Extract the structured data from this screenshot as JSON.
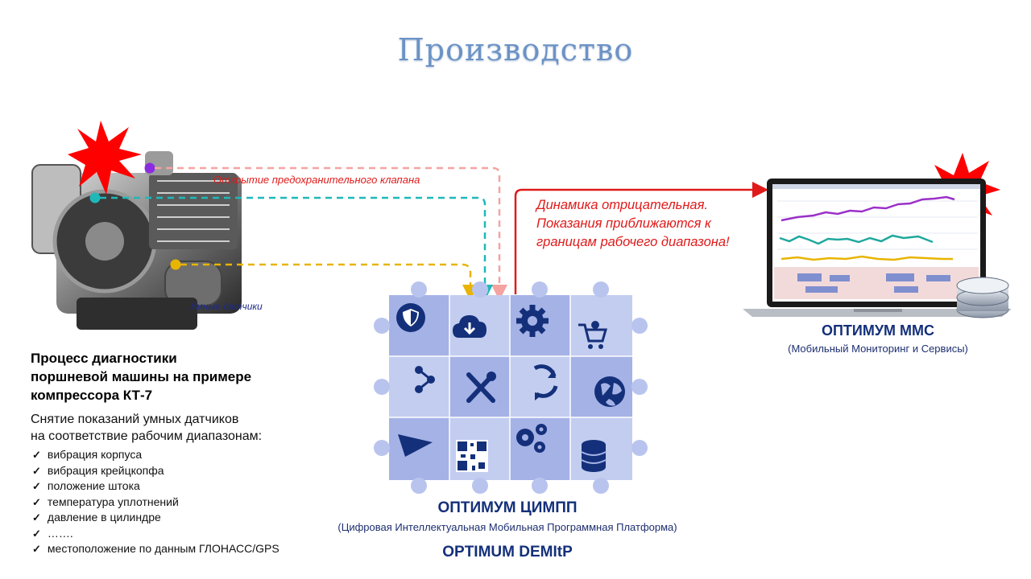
{
  "page": {
    "title": "Производство"
  },
  "compressor": {
    "valve_label": "Открытие предохранительного клапана",
    "sensors_label": "Умные датчики"
  },
  "alert": {
    "lines": [
      "Динамика отрицательная.",
      "Показания приближаются  к",
      "границам рабочего диапазона!"
    ]
  },
  "process": {
    "title_lines": [
      "Процесс диагностики",
      "поршневой машины на примере",
      "компрессора КТ-7"
    ],
    "reading_lines": [
      "Снятие показаний умных датчиков",
      "на соответствие рабочим диапазонам:"
    ],
    "params": [
      "вибрация корпуса",
      "вибрация крейцкопфа",
      "положение штока",
      "температура уплотнений",
      "давление в цилиндре",
      "…….",
      "местоположение по данным ГЛОНАСС/GPS"
    ]
  },
  "platform": {
    "name": "ОПТИМУМ ЦИМПП",
    "description": "(Цифровая Интеллектуальная Мобильная Программная Платформа)",
    "name_en": "OPTIMUM DEMItP",
    "icons": [
      "shield-icon",
      "cloud-download-icon",
      "gear-icon",
      "cart-icon",
      "share-icon",
      "tools-icon",
      "sync-icon",
      "globe-icon",
      "send-icon",
      "qr-code-icon",
      "gears-icon",
      "database-icon"
    ]
  },
  "mms": {
    "name": "ОПТИМУМ ММС",
    "description": "(Мобильный Мониторинг и Сервисы)"
  },
  "colors": {
    "title": "#6b93c6",
    "alert": "#e01a1a",
    "brand": "#14307a",
    "sensor_violet": "#8a2be2",
    "sensor_teal": "#1fb8b8",
    "sensor_yellow": "#e8b400",
    "sensor_pink": "#f4a3a0"
  }
}
